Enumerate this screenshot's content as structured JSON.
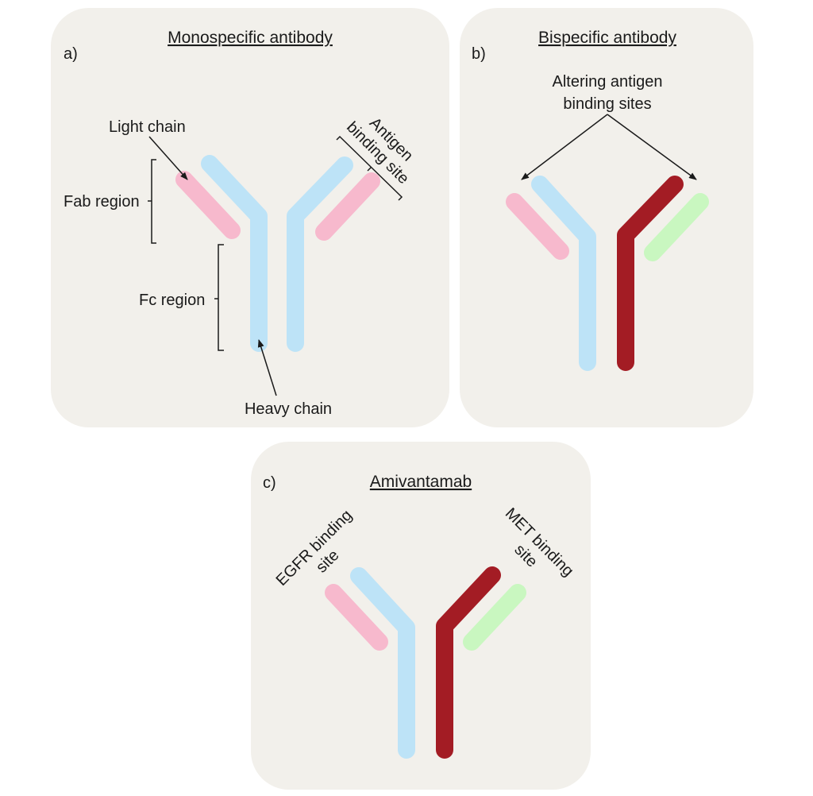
{
  "colors": {
    "panel_bg": "#f2f0eb",
    "heavy_chain_blue": "#bde3f7",
    "light_chain_pink": "#f7b9cd",
    "heavy_chain_red": "#a31c24",
    "light_chain_green": "#c9f7c0",
    "line": "#1a1a1a"
  },
  "panel_a": {
    "letter": "a)",
    "title": "Monospecific antibody",
    "light_chain": "Light chain",
    "fab_region": "Fab region",
    "fc_region": "Fc region",
    "heavy_chain": "Heavy chain",
    "antigen_line1": "Antigen",
    "antigen_line2": "binding site"
  },
  "panel_b": {
    "letter": "b)",
    "title": "Bispecific antibody",
    "altering_line1": "Altering antigen",
    "altering_line2": "binding sites"
  },
  "panel_c": {
    "letter": "c)",
    "title": "Amivantamab",
    "egfr_line1": "EGFR binding",
    "egfr_line2": "site",
    "met_line1": "MET binding",
    "met_line2": "site"
  }
}
